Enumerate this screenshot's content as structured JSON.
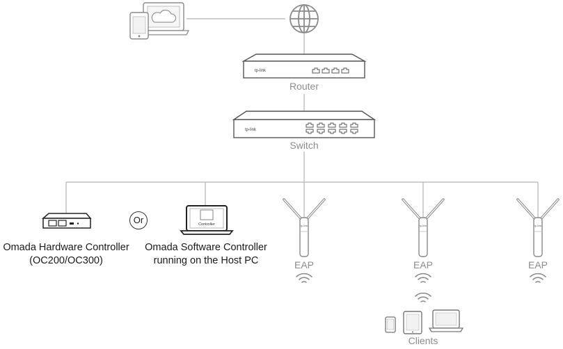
{
  "labels": {
    "router": "Router",
    "switch": "Switch",
    "hardware_controller_line1": "Omada Hardware Controller",
    "hardware_controller_line2": "(OC200/OC300)",
    "software_controller_line1": "Omada Software Controller",
    "software_controller_line2": "running on the Host PC",
    "or": "Or",
    "eap_1": "EAP",
    "eap_2": "EAP",
    "eap_3": "EAP",
    "clients": "Clients",
    "controller_screen": "Controller",
    "router_brand": "tp-link",
    "switch_brand": "tp-link",
    "eap_brand": "tp-link"
  },
  "colors": {
    "line": "#b4b4b4",
    "icon_stroke": "#222222",
    "icon_gray": "#999999",
    "label_gray": "#8c8c8c",
    "label_dark": "#1a1a1a"
  },
  "icons": [
    "cloud-devices-icon",
    "internet-globe-icon",
    "router-icon",
    "switch-icon",
    "hardware-controller-icon",
    "laptop-controller-icon",
    "eap-icon",
    "wifi-icon",
    "phone-icon",
    "tablet-icon",
    "laptop-icon"
  ]
}
